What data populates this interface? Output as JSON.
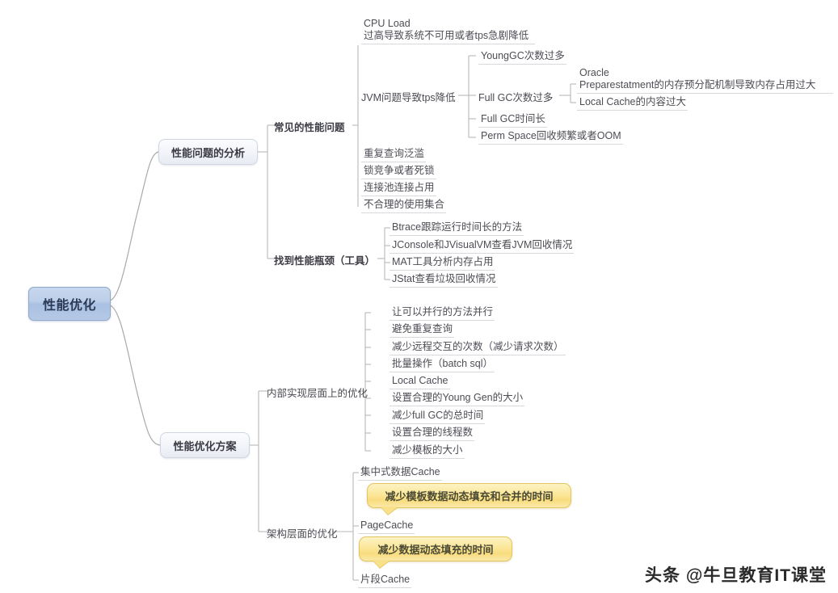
{
  "map": {
    "root": {
      "label": "性能优化"
    },
    "branches": [
      {
        "id": "analysis",
        "label": "性能问题的分析"
      },
      {
        "id": "solution",
        "label": "性能优化方案"
      }
    ],
    "topics": {
      "common_problems": "常见的性能问题",
      "find_bottleneck": "找到性能瓶颈（工具）",
      "internal_opt": "内部实现层面上的优化",
      "architecture_opt": "架构层面的优化",
      "jvm_problem": "JVM问题导致tps降低",
      "full_gc_count": "Full GC次数过多"
    },
    "leaves": {
      "cpu_load_line1": "CPU Load",
      "cpu_load_line2": "过高导致系统不可用或者tps急剧降低",
      "young_gc": "YoungGC次数过多",
      "oracle_line1": "Oracle",
      "oracle_line2": "Preparestatment的内存预分配机制导致内存占用过大",
      "local_cache_big": "Local Cache的内容过大",
      "full_gc_time": "Full GC时间长",
      "perm_space": "Perm Space回收频繁或者OOM",
      "repeat_query": "重复查询泛滥",
      "lock_contention": "锁竞争或者死锁",
      "conn_pool": "连接池连接占用",
      "bad_collection": "不合理的使用集合",
      "btrace": "Btrace跟踪运行时间长的方法",
      "jconsole": "JConsole和JVisualVM查看JVM回收情况",
      "mat": "MAT工具分析内存占用",
      "jstat": "JStat查看垃圾回收情况",
      "parallel": "让可以并行的方法并行",
      "avoid_repeat": "避免重复查询",
      "reduce_remote": "减少远程交互的次数（减少请求次数）",
      "batch": "批量操作（batch sql）",
      "local_cache": "Local Cache",
      "young_gen": "设置合理的Young Gen的大小",
      "reduce_fullgc": "减少full GC的总时间",
      "thread_count": "设置合理的线程数",
      "template_size": "减少模板的大小",
      "central_cache": "集中式数据Cache",
      "page_cache": "PageCache",
      "fragment_cache": "片段Cache"
    },
    "callouts": {
      "template_merge": "减少模板数据动态填充和合并的时间",
      "data_fill": "减少数据动态填充的时间"
    },
    "watermark": "头条 @牛旦教育IT课堂",
    "colors": {
      "root_fill": "#b6c9e6",
      "root_border": "#8fa8cc",
      "branch_fill": "#f2f4f9",
      "callout_fill": "#f8dc7e",
      "callout_border": "#e2c55e",
      "wire": "#b9b9b9"
    }
  }
}
